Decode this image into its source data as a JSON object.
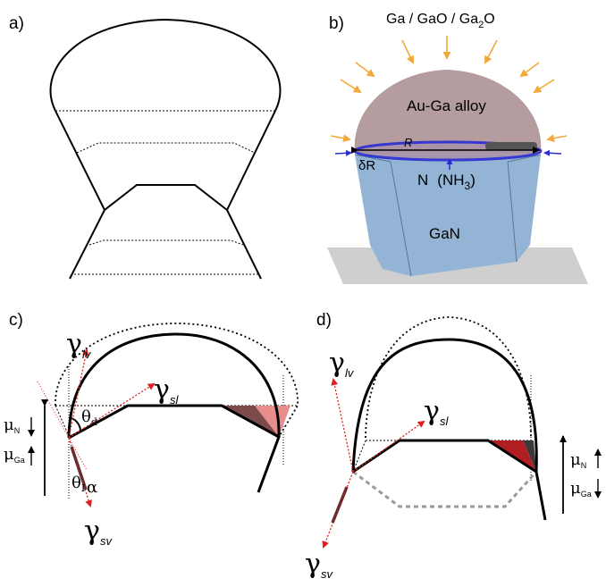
{
  "panels": {
    "a": {
      "label": "a)"
    },
    "b": {
      "label": "b)",
      "sources": {
        "prefix": "Ga / GaO / Ga",
        "sub": "2",
        "suffix": "O"
      },
      "alloy": "Au-Ga alloy",
      "radius": "R",
      "delta_radius": "δR",
      "nitrogen": "N",
      "ammonia_prefix": "(NH",
      "ammonia_sub": "3",
      "ammonia_suffix": ")",
      "crystal": "GaN",
      "colors": {
        "droplet": "#b59c9f",
        "crystal": "#93b4d4",
        "ring": "#2a2cd6",
        "arrows": "#f2a93b",
        "shadow": "#cfcfcf"
      }
    },
    "c": {
      "label": "c)",
      "gamma": "γ",
      "sub_lv": "lv",
      "sub_sl": "sl",
      "sub_sv": "sv",
      "theta": "θ",
      "sub_d": "d",
      "sub_i": "I",
      "alpha": "α",
      "mu": "μ",
      "sub_n": "N",
      "sub_ga": "Ga",
      "colors": {
        "wedge": "#7c4a4a",
        "wedge_light": "#e98c8c",
        "arrow": "#e02020"
      }
    },
    "d": {
      "label": "d)",
      "gamma": "γ",
      "sub_lv": "lv",
      "sub_sl": "sl",
      "sub_sv": "sv",
      "mu": "μ",
      "sub_n": "N",
      "sub_ga": "Ga",
      "colors": {
        "wedge": "#b01e22",
        "wedge_dark": "#3a3a3a",
        "arrow": "#e02020",
        "dashed_facet": "#9a9a9a"
      }
    }
  }
}
